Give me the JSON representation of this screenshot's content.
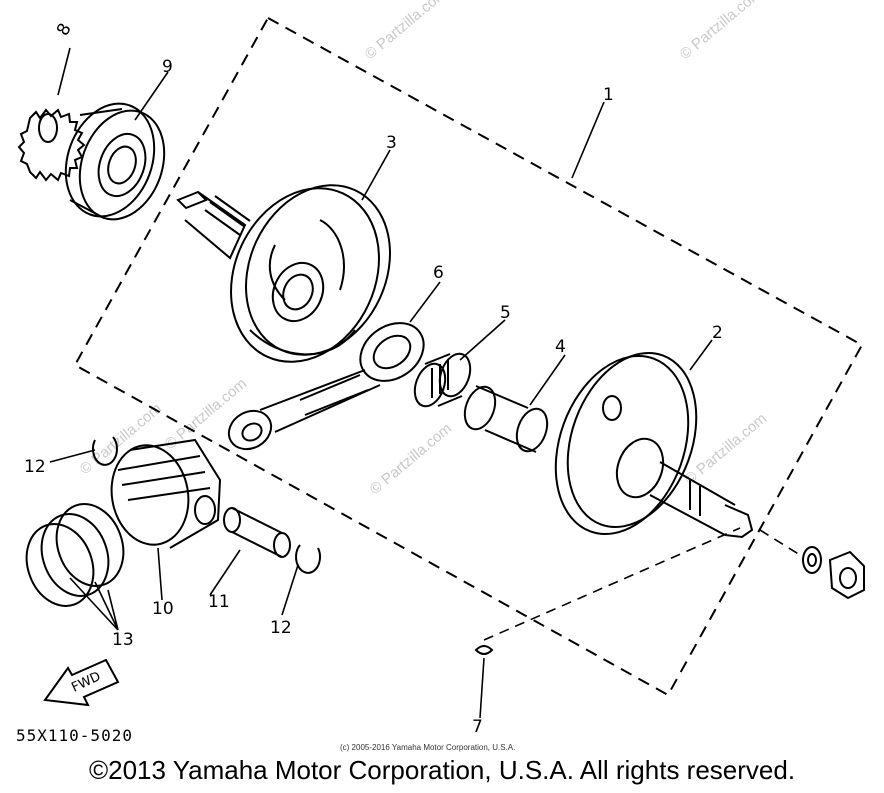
{
  "drawing_number": "55X110-5020",
  "small_copyright": "(c) 2005-2016 Yamaha Motor Corporation, U.S.A.",
  "footer_copyright": "©2013 Yamaha Motor Corporation, U.S.A. All rights reserved.",
  "fwd_label": "FWD",
  "watermark": "© Partzilla.com",
  "callouts": {
    "c1": "1",
    "c2": "2",
    "c3": "3",
    "c4": "4",
    "c5": "5",
    "c6": "6",
    "c7": "7",
    "c8": "8",
    "c9": "9",
    "c10": "10",
    "c11": "11",
    "c12a": "12",
    "c12b": "12",
    "c13": "13"
  }
}
